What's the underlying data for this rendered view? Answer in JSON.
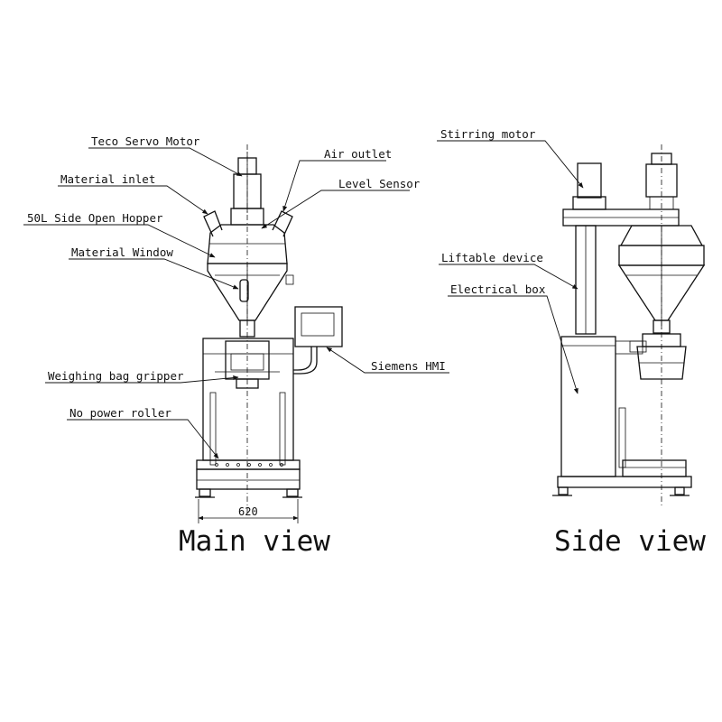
{
  "main_view": {
    "title": "Main view",
    "dimension": "620",
    "labels": {
      "servo_motor": "Teco Servo Motor",
      "air_outlet": "Air outlet",
      "material_inlet": "Material inlet",
      "level_sensor": "Level Sensor",
      "hopper": "50L Side Open Hopper",
      "material_window": "Material Window",
      "bag_gripper": "Weighing bag gripper",
      "hmi": "Siemens HMI",
      "roller": "No power roller"
    }
  },
  "side_view": {
    "title": "Side view",
    "labels": {
      "stirring_motor": "Stirring motor",
      "liftable_device": "Liftable device",
      "electrical_box": "Electrical box"
    }
  }
}
